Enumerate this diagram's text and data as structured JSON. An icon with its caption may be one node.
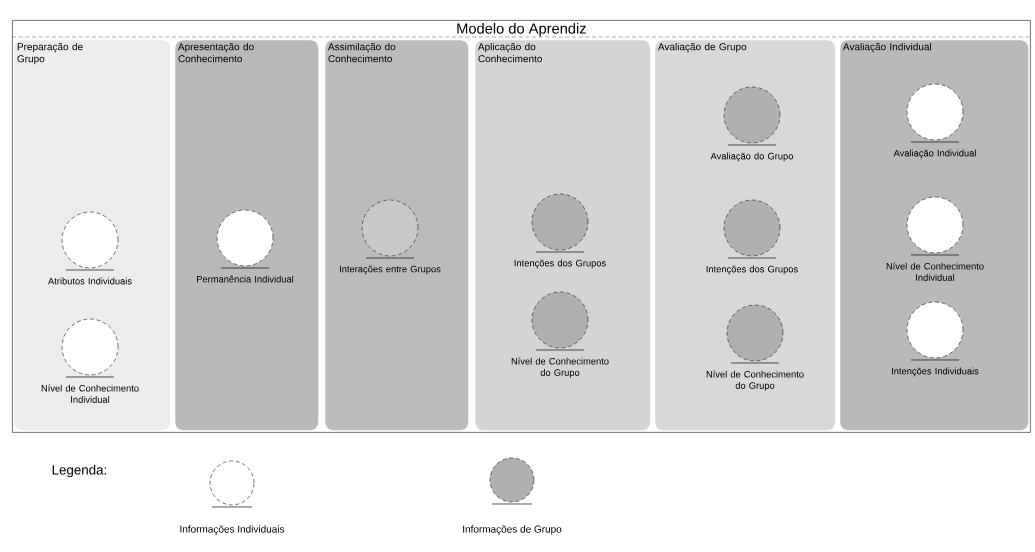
{
  "diagram": {
    "nodes": [
      {
        "text": [
          "Modelo do Aprendiz"
        ]
      },
      {
        "text": [
          "Preparação de Grupo"
        ],
        "in": 0
      },
      {
        "text": [
          "Apresentação do Conhecimento"
        ],
        "in": 0
      },
      {
        "text": [
          "Assimilação do Conhecimento"
        ],
        "in": 0
      },
      {
        "text": [
          "Aplicação do Conhecimento"
        ],
        "in": 0
      },
      {
        "text": [
          "Avaliação de Grupo"
        ],
        "in": 0
      },
      {
        "text": [
          "Avaliação Individual"
        ],
        "in": 0
      },
      {
        "text": [],
        "shape": "circle",
        "beside": [
          "Atributos Individuais"
        ],
        "in": 1
      },
      {
        "text": [],
        "shape": "circle",
        "beside": [
          "Nível de Conhecimento Individual"
        ],
        "in": 1
      },
      {
        "text": [],
        "shape": "circle",
        "beside": [
          "Permanência Individual"
        ],
        "in": 2
      },
      {
        "text": [],
        "shape": "circle",
        "beside": [
          "Interações entre Grupos"
        ],
        "in": 3
      },
      {
        "text": [],
        "shape": "circle",
        "beside": [
          "Intenções dos Grupos"
        ],
        "in": 4
      },
      {
        "text": [],
        "shape": "circle",
        "beside": [
          "Nível de Conhecimento do Grupo"
        ],
        "in": 4
      },
      {
        "text": [],
        "shape": "circle",
        "beside": [
          "Avaliação do Grupo"
        ],
        "in": 5
      },
      {
        "text": [],
        "shape": "circle",
        "beside": [
          "Intenções dos Grupos"
        ],
        "in": 5
      },
      {
        "text": [],
        "shape": "circle",
        "beside": [
          "Nível de Conhecimento do Grupo"
        ],
        "in": 5
      },
      {
        "text": [],
        "shape": "circle",
        "beside": [
          "Avaliação Individual"
        ],
        "in": 6
      },
      {
        "text": [],
        "shape": "circle",
        "beside": [
          "Nível de Conhecimento Individual"
        ],
        "in": 6
      },
      {
        "text": [],
        "shape": "circle",
        "beside": [
          "Intenções Individuais"
        ],
        "in": 6
      }
    ],
    "edges": [],
    "labels": [
      "Legenda:"
    ],
    "legend": [
      {
        "text": "Informações Individuais"
      },
      {
        "text": "Informações de Grupo"
      }
    ]
  }
}
